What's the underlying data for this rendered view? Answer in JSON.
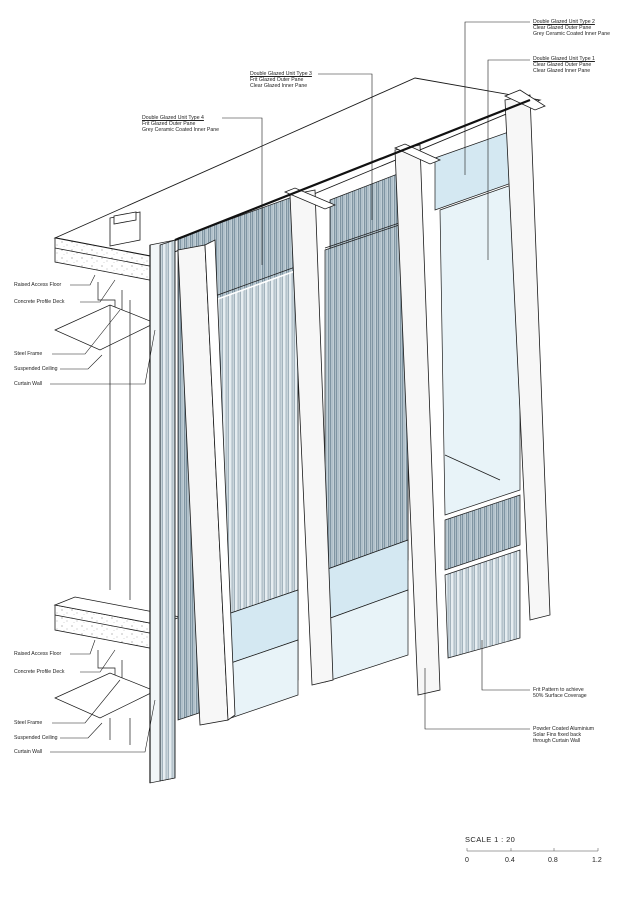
{
  "drawing": {
    "type": "axonometric curtain wall section",
    "background": "#ffffff",
    "colors": {
      "line": "#1a1a1a",
      "glass_light": "#e8f3f8",
      "glass_blue": "#d4e8f2",
      "frit_dark": "#8fa3b0",
      "frit_light": "#c9d6dd",
      "fin": "#f7f7f7"
    }
  },
  "annotations_top": [
    {
      "title": "Double Glazed Unit Type 2",
      "lines": [
        "Clear Glazed Outer Pane",
        "Grey Ceramic Coated Inner Pane"
      ]
    },
    {
      "title": "Double Glazed Unit Type 1",
      "lines": [
        "Clear Glazed Outer Pane",
        "Clear Glazed Inner Pane"
      ]
    },
    {
      "title": "Double Glazed Unit Type 3",
      "lines": [
        "Frit Glazed Outer Pane",
        "Clear Glazed Inner Pane"
      ]
    },
    {
      "title": "Double Glazed Unit Type 4",
      "lines": [
        "Frit Glazed Outer Pane",
        "Grey Ceramic Coated Inner Pane"
      ]
    }
  ],
  "annotations_left_upper": [
    "Raised Access Floor",
    "Concrete Profile Deck",
    "Steel Frame",
    "Suspended Ceiling",
    "Curtain Wall"
  ],
  "annotations_left_lower": [
    "Raised Access Floor",
    "Concrete Profile Deck",
    "Steel Frame",
    "Suspended Ceiling",
    "Curtain Wall"
  ],
  "annotations_right": [
    {
      "lines": [
        "Frit Pattern to achieve",
        "50% Surface Coverage"
      ]
    },
    {
      "lines": [
        "Powder Coated Aluminium",
        "Solar Fins fixed back",
        "through Curtain Wall"
      ]
    }
  ],
  "scale_bar": {
    "title": "SCALE  1 : 20",
    "ticks": [
      "0",
      "0.4",
      "0.8",
      "1.2"
    ]
  }
}
